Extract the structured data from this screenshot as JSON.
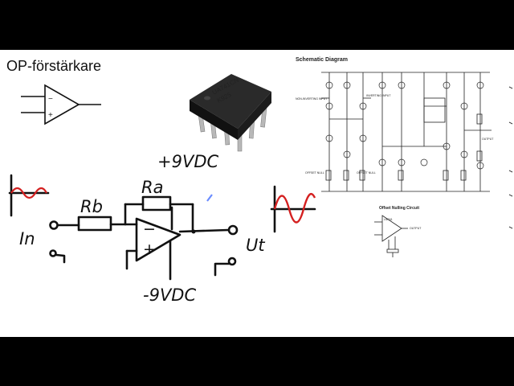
{
  "page": {
    "title": "OP-förstärkare"
  },
  "handwritten": {
    "supply_pos": "+9VDC",
    "supply_neg": "-9VDC",
    "resistor_a": "Ra",
    "resistor_b": "Rb",
    "input_label": "In",
    "output_label": "Ut",
    "minus_sign": "−",
    "plus_sign": "+"
  },
  "chip_photo": {
    "marking_line1": "UA741CN",
    "marking_line2": "K925"
  },
  "datasheet": {
    "schematic_title": "Schematic Diagram",
    "nulling_title": "Offset Nulling Circuit",
    "nulling_chip": "LM741",
    "output_label": "OUTPUT",
    "inverting_input": "INVERTING INPUT",
    "noninverting_input": "NON-INVERTING INPUT",
    "offset_null_left": "OFFSET NULL",
    "offset_null_right": "OFFSET NULL",
    "output_pin": "OUTPUT"
  },
  "colors": {
    "ink": "#111111",
    "signal_red": "#d42020",
    "background": "#ffffff",
    "letterbox": "#000000"
  }
}
